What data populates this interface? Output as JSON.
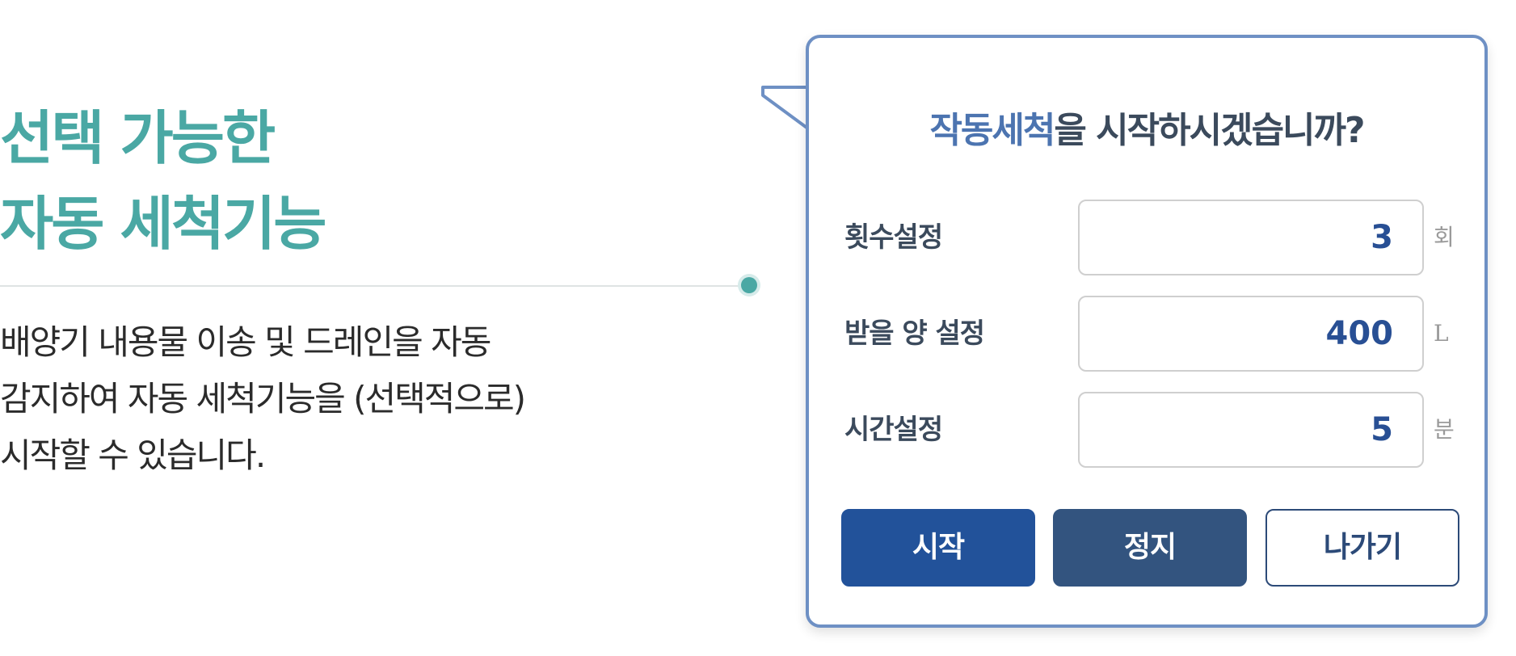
{
  "feature": {
    "heading_line1": "선택 가능한",
    "heading_line2": "자동 세척기능",
    "description_line1": "배양기 내용물 이송 및 드레인을 자동",
    "description_line2": "감지하여 자동 세척기능을 (선택적으로)",
    "description_line3": "시작할 수 있습니다."
  },
  "dialog": {
    "title_accent": "작동세척",
    "title_rest": "을 시작하시겠습니까?",
    "fields": [
      {
        "label": "횟수설정",
        "value": "3",
        "unit": "회"
      },
      {
        "label": "받을 양 설정",
        "value": "400",
        "unit": "L"
      },
      {
        "label": "시간설정",
        "value": "5",
        "unit": "분"
      }
    ],
    "buttons": {
      "start": "시작",
      "stop": "정지",
      "exit": "나가기"
    }
  },
  "colors": {
    "heading_teal": "#4aa8a4",
    "dialog_border": "#6e90c4",
    "title_accent": "#4c74b0",
    "start_button": "#22529a",
    "stop_button": "#33547f",
    "value_text": "#284f94"
  }
}
